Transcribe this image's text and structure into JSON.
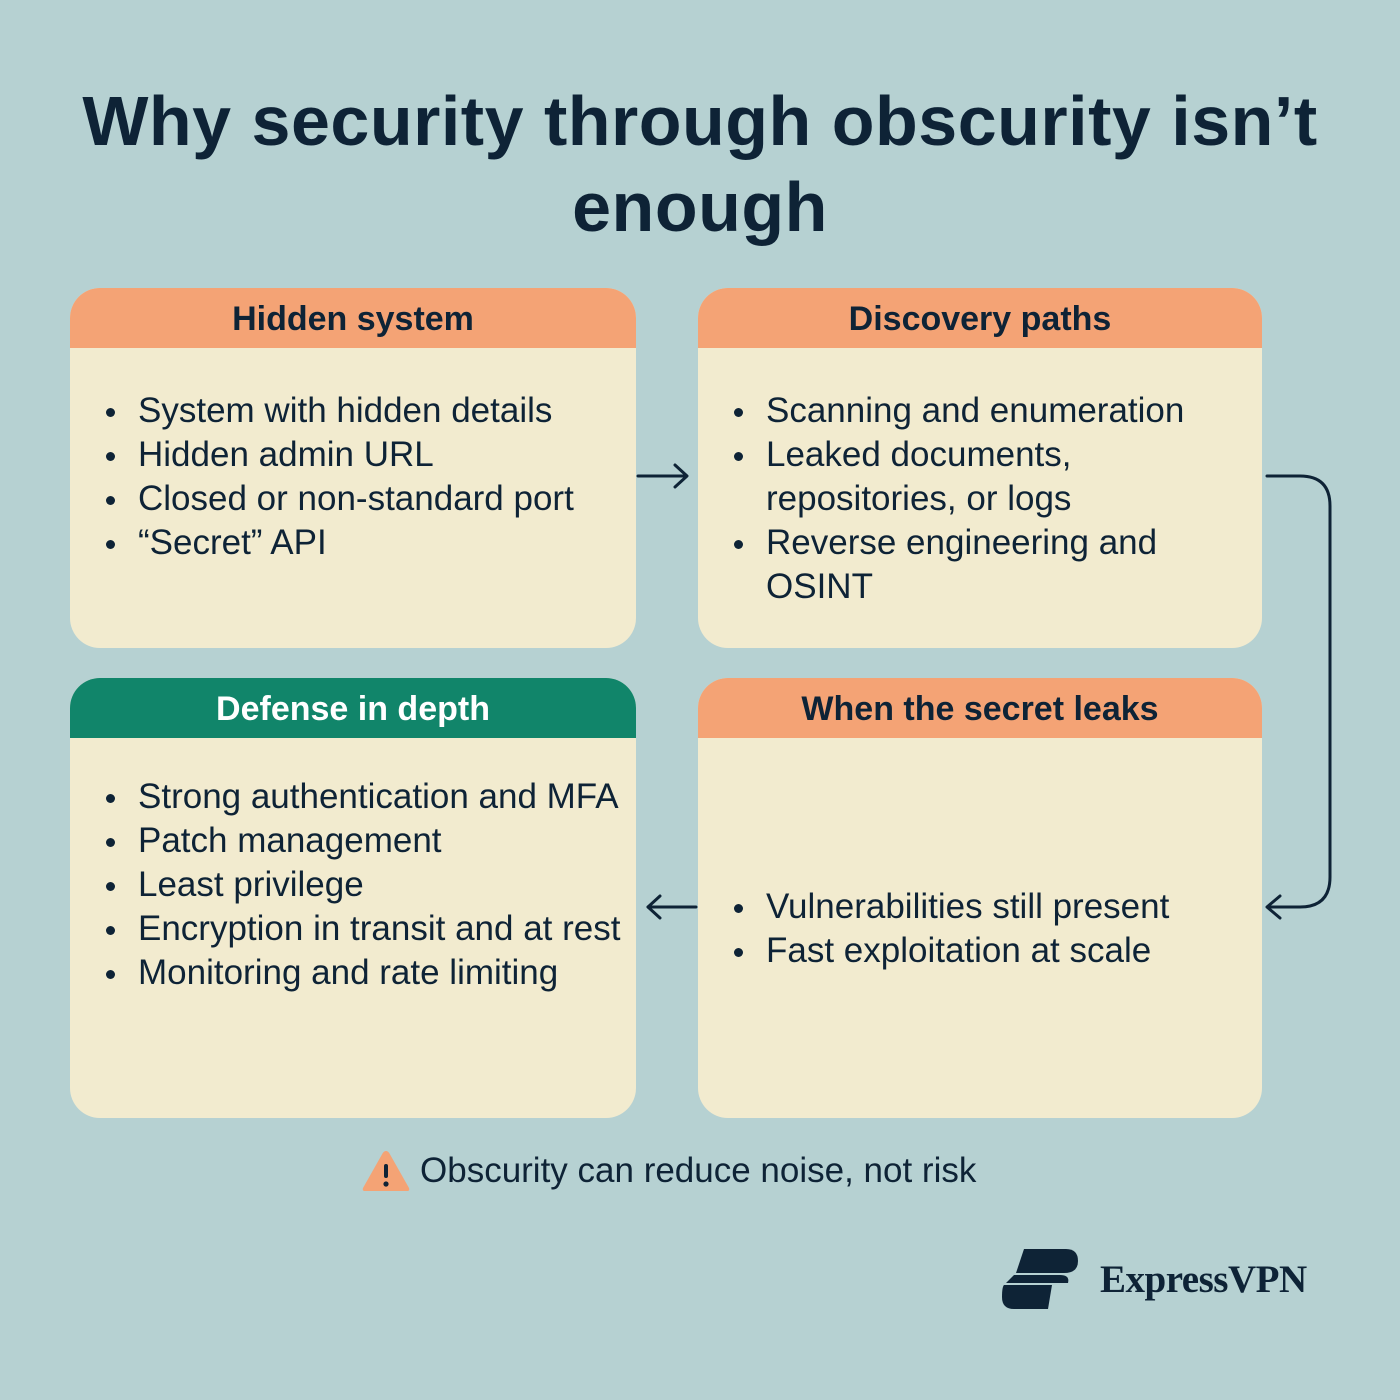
{
  "title": "Why security through obscurity isn’t enough",
  "colors": {
    "background": "#b6d1d2",
    "card_body": "#f2ebcf",
    "header_orange": "#f4a375",
    "header_green": "#11856a",
    "text": "#0e2336"
  },
  "cards": [
    {
      "heading": "Hidden system",
      "items": [
        "System with hidden details",
        "Hidden admin URL",
        "Closed or non-standard port",
        "“Secret” API"
      ]
    },
    {
      "heading": "Discovery paths",
      "items": [
        "Scanning and enumeration",
        "Leaked documents, repositories, or logs",
        "Reverse engineering and OSINT"
      ]
    },
    {
      "heading": "When the secret leaks",
      "items": [
        "Vulnerabilities still present",
        "Fast exploitation at scale"
      ]
    },
    {
      "heading": "Defense in depth",
      "items": [
        "Strong authentication and MFA",
        "Patch management",
        "Least privilege",
        "Encryption in transit and at rest",
        "Monitoring and rate limiting"
      ]
    }
  ],
  "note": {
    "icon": "warning-icon",
    "text": "Obscurity can reduce noise, not risk"
  },
  "brand": {
    "icon": "expressvpn-logo-icon",
    "name": "ExpressVPN"
  }
}
